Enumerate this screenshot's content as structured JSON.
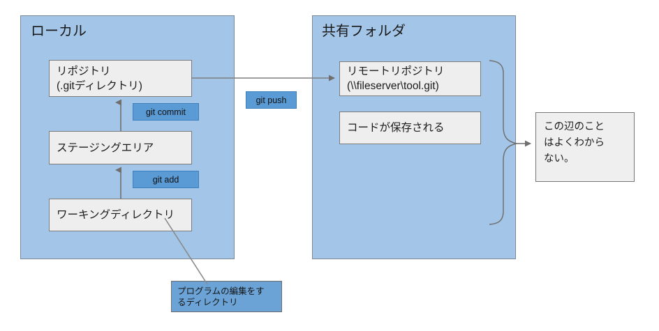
{
  "diagram": {
    "title_local": "ローカル",
    "title_shared": "共有フォルダ",
    "colors": {
      "container_fill": "#a3c6e8",
      "container_stroke": "#7b8894",
      "node_fill": "#eeeeee",
      "node_stroke": "#7b7b7b",
      "command_fill": "#5b9bd5",
      "command_stroke": "#3d7ebd",
      "callout_fill": "#6ba3d6",
      "note_fill": "#efefef",
      "arrow_stroke": "#7b7b7b",
      "text": "#1a1a1a"
    }
  },
  "local": {
    "title": "ローカル",
    "nodes": [
      {
        "id": "repository",
        "label": "リポジトリ\n(.gitディレクトリ)"
      },
      {
        "id": "staging-area",
        "label": "ステージングエリア"
      },
      {
        "id": "working-directory",
        "label": "ワーキングディレクトリ"
      }
    ],
    "commands": [
      {
        "id": "git-commit",
        "label": "git commit"
      },
      {
        "id": "git-add",
        "label": "git add"
      }
    ]
  },
  "shared": {
    "title": "共有フォルダ",
    "nodes": [
      {
        "id": "remote-repository",
        "label": "リモートリポジトリ\n(\\\\fileserver\\tool.git)"
      },
      {
        "id": "code-stored",
        "label": "コードが保存される"
      }
    ]
  },
  "transfer": {
    "commands": [
      {
        "id": "git-push",
        "label": "git push"
      }
    ]
  },
  "annotations": [
    {
      "id": "working-directory-note",
      "label": "プログラムの編集をす\nるディレクトリ"
    },
    {
      "id": "shared-folder-note",
      "label": "この辺のこと\nはよくわから\nない。"
    }
  ]
}
